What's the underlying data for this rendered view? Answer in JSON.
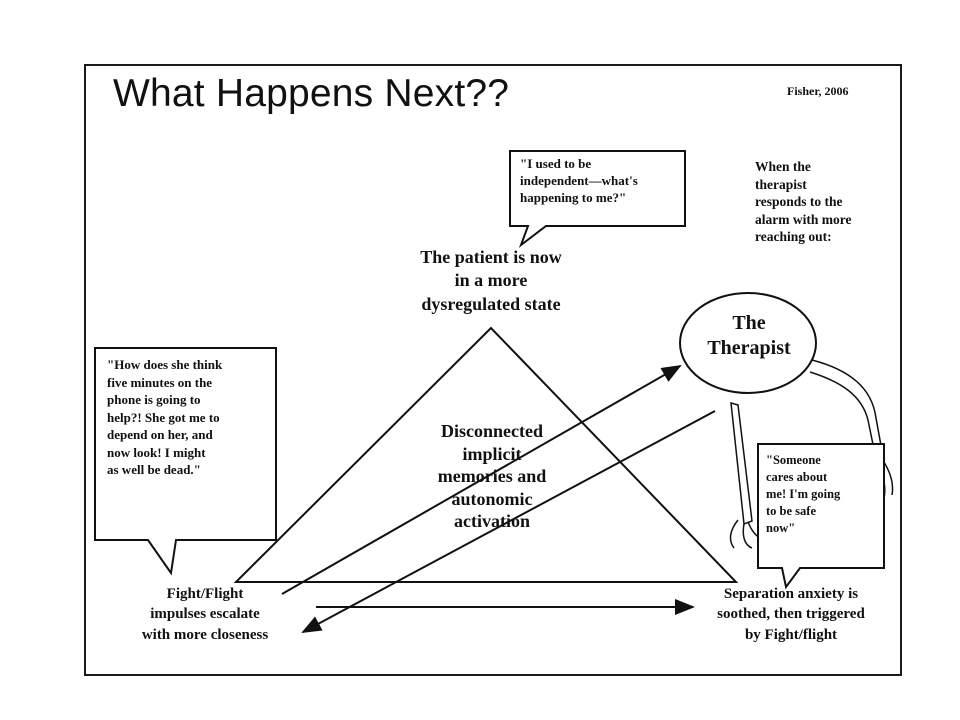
{
  "title": "What Happens Next??",
  "citation": "Fisher, 2006",
  "bubble_top": "\"I used to be\nindependent—what's\nhappening to me?\"",
  "apex_label": "The patient is now\nin a more\ndysregulated state",
  "therapist_note": "When the\ntherapist\nresponds to the\nalarm with more\nreaching out:",
  "therapist_label": "The\nTherapist",
  "bubble_left": "\"How does she think\nfive minutes on the\nphone is going to\nhelp?!  She got me to\ndepend on her, and\nnow look!  I might\nas well be dead.\"",
  "center_label": "Disconnected\nimplicit\nmemories and\nautonomic\nactivation",
  "bubble_right": "\"Someone\ncares about\nme! I'm going\nto be safe\nnow\"",
  "left_label": "Fight/Flight\nimpulses escalate\nwith more closeness",
  "right_label": "Separation anxiety is\nsoothed, then triggered\nby Fight/flight"
}
